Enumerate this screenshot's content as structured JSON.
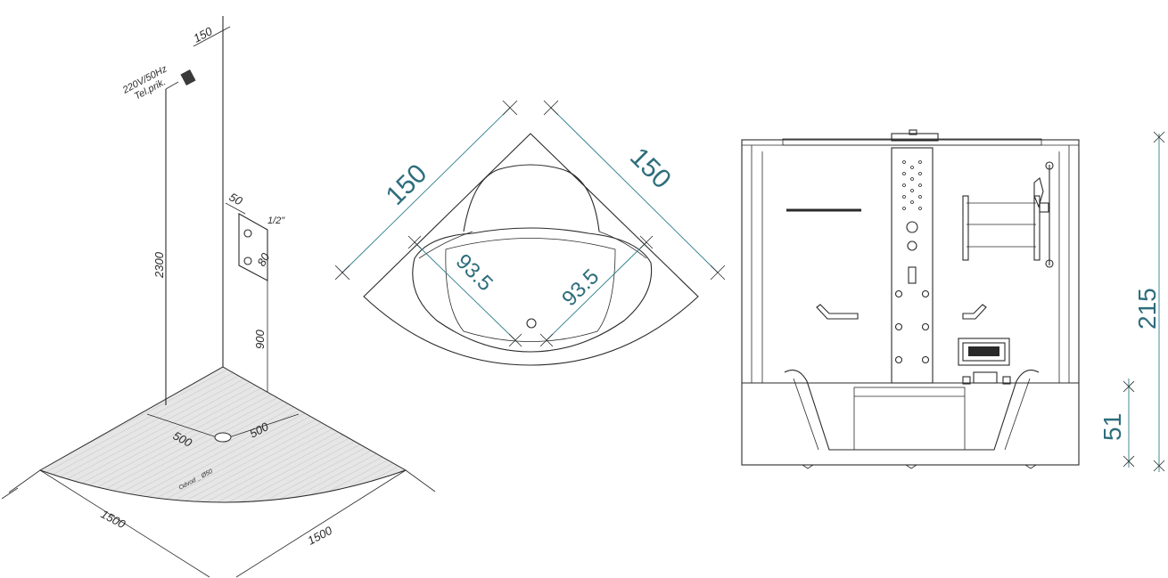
{
  "colors": {
    "line": "#2a2a2a",
    "dimension": "#2e7f8c",
    "dimension_text": "#2e6d7c",
    "floor": "#e6e6e6"
  },
  "left_view": {
    "power_label": "220V/50Hz",
    "phone_label": "Tel.prik.",
    "wall_offset": "150",
    "pipe_offset": "50",
    "pipe_size": "1/2\"",
    "pipe_spacing": "80",
    "pipe_height": "900",
    "wall_height": "2300",
    "drain_x": "500",
    "drain_y": "500",
    "drain_label": "Odvod _ Ø50",
    "floor_width": "1500",
    "floor_depth": "1500"
  },
  "top_view": {
    "side_left": "150",
    "side_right": "150",
    "inner_left": "93.5",
    "inner_right": "93.5"
  },
  "front_view": {
    "total_height": "215",
    "base_height": "51"
  }
}
